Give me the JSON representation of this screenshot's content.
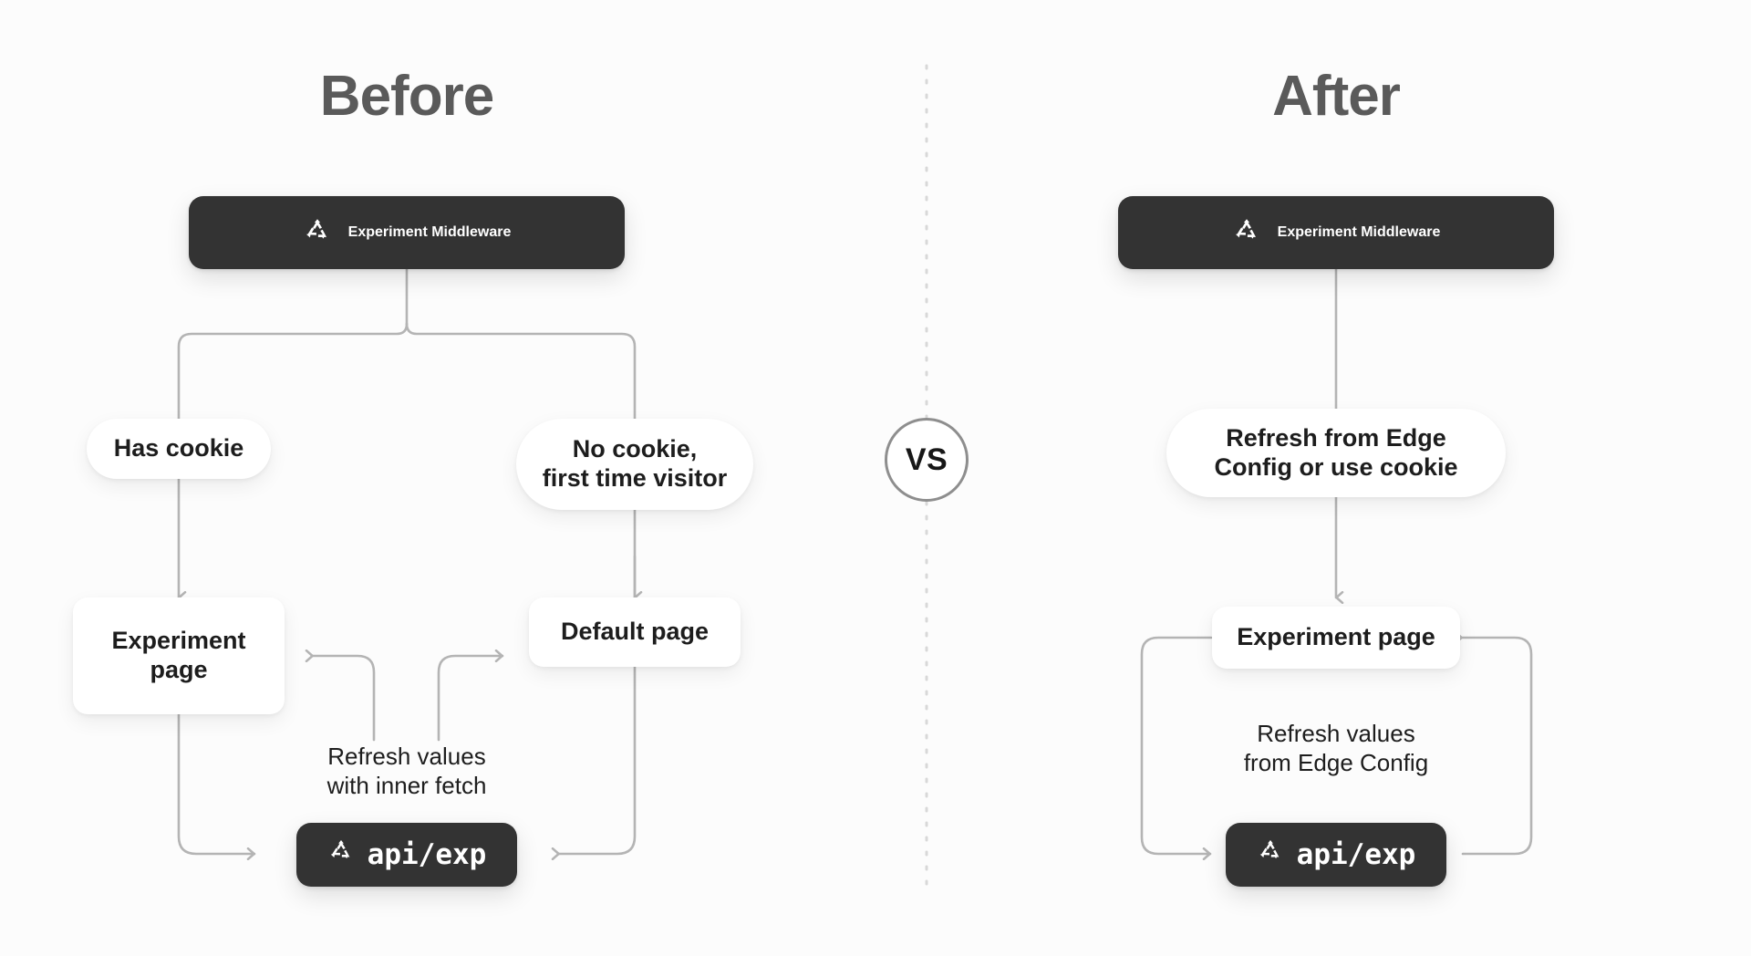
{
  "page": {
    "background": "#fcfcfc",
    "dark_node_color": "#333333",
    "light_node_color": "#ffffff",
    "wire_color": "#b4b4b4",
    "divider_color": "#d8d8d8",
    "title_color": "#5a5a5a"
  },
  "divider": {
    "vs_label": "VS"
  },
  "before": {
    "title": "Before",
    "middleware": {
      "label": "Experiment Middleware",
      "icon": "vercel-triangle-refresh-icon"
    },
    "branch_left": {
      "label": "Has cookie"
    },
    "branch_right": {
      "label": "No cookie,\nfirst time visitor"
    },
    "page_left": {
      "label": "Experiment\npage"
    },
    "page_right": {
      "label": "Default page"
    },
    "caption": "Refresh values\nwith inner fetch",
    "api": {
      "label": "api/exp",
      "icon": "vercel-triangle-refresh-icon"
    }
  },
  "after": {
    "title": "After",
    "middleware": {
      "label": "Experiment Middleware",
      "icon": "vercel-triangle-refresh-icon"
    },
    "branch": {
      "label": "Refresh from Edge\nConfig or use cookie"
    },
    "page": {
      "label": "Experiment page"
    },
    "caption": "Refresh values\nfrom Edge Config",
    "api": {
      "label": "api/exp",
      "icon": "vercel-triangle-refresh-icon"
    }
  }
}
